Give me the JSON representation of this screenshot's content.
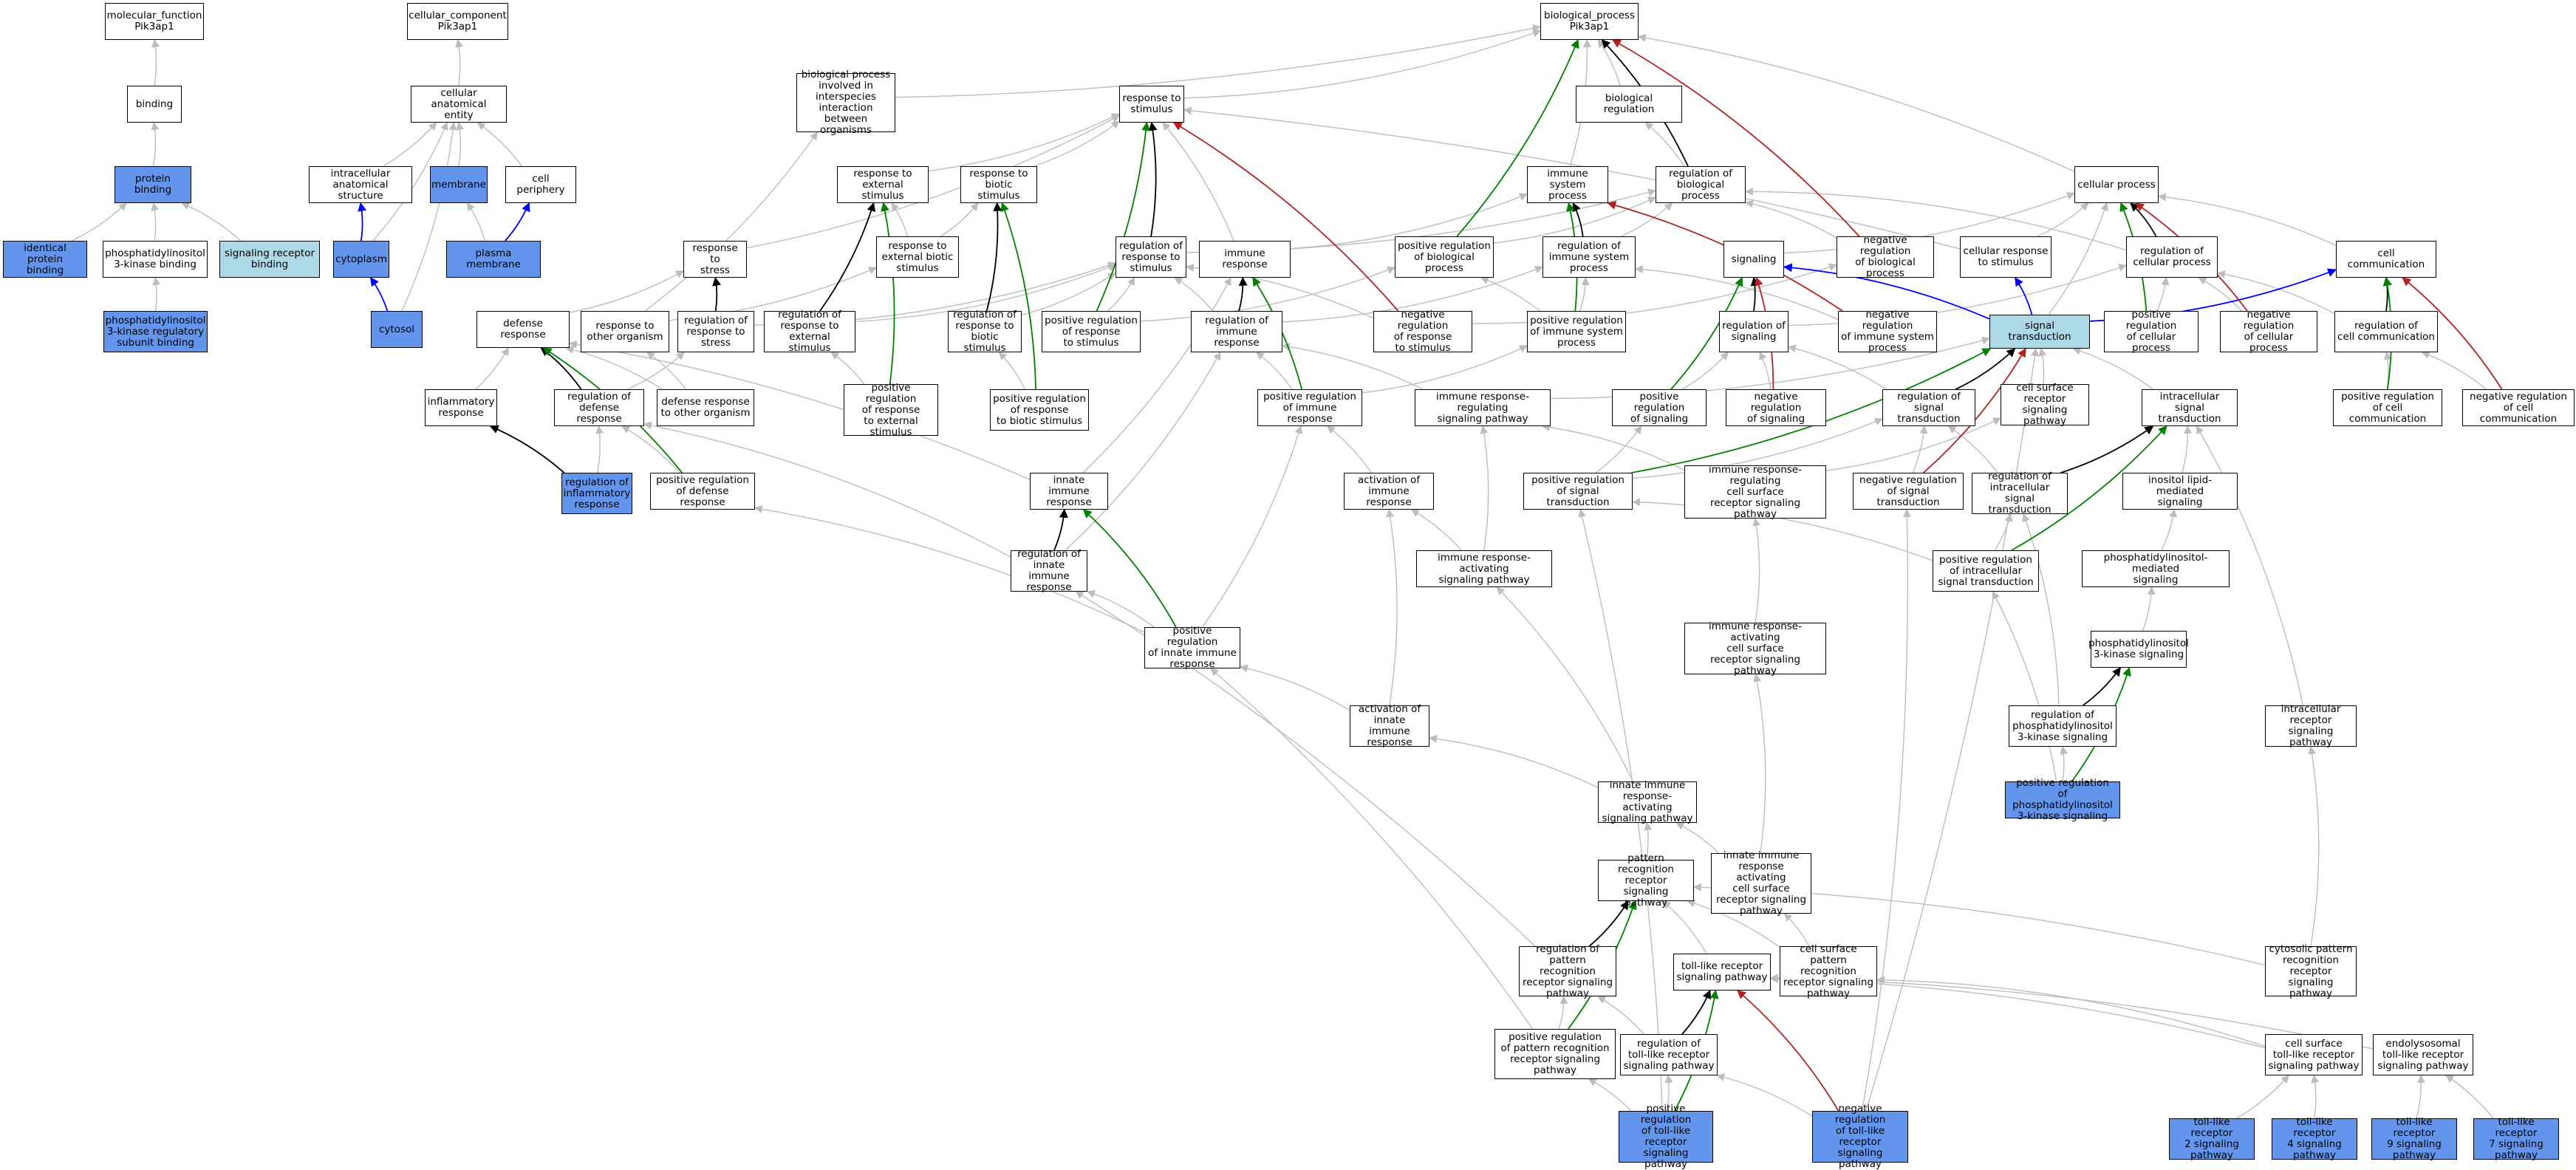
{
  "colors": {
    "background": "#ffffff",
    "node_border": "#000000",
    "gray_edge": "#bdbdbd",
    "annotated_fill": "#6495ed",
    "focus_fill": "#add8e6",
    "is_a_edge": "#000000",
    "part_of_edge": "#0000ff",
    "positively_regulates": "#008000",
    "negatively_regulates": "#b22222"
  },
  "nodes": {
    "mf_root": "molecular_function\nPik3ap1",
    "binding": "binding",
    "protein_binding": "protein binding",
    "identical_protein_binding": "identical protein\nbinding",
    "pi3k_binding": "phosphatidylinositol\n3-kinase binding",
    "signaling_receptor_binding": "signaling receptor\nbinding",
    "pi3k_reg_subunit_binding": "phosphatidylinositol\n3-kinase regulatory\nsubunit binding",
    "cc_root": "cellular_component\nPik3ap1",
    "cellular_anatomical_entity": "cellular anatomical\nentity",
    "intracellular_structure": "intracellular\nanatomical structure",
    "membrane": "membrane",
    "cell_periphery": "cell periphery",
    "cytoplasm": "cytoplasm",
    "plasma_membrane": "plasma membrane",
    "cytosol": "cytosol",
    "bp_root": "biological_process\nPik3ap1",
    "biological_regulation": "biological regulation",
    "bp_interspecies": "biological process\ninvolved in\ninterspecies\ninteraction\nbetween organisms",
    "response_to_stimulus": "response to\nstimulus",
    "immune_system_process": "immune system\nprocess",
    "regulation_of_biological_process": "regulation of\nbiological process",
    "cellular_process": "cellular process",
    "response_to_external_stimulus": "response to\nexternal stimulus",
    "response_to_biotic_stimulus": "response to\nbiotic stimulus",
    "response_to_stress": "response to\nstress",
    "response_to_external_biotic": "response to\nexternal biotic\nstimulus",
    "regulation_of_response_to_stimulus": "regulation of\nresponse to\nstimulus",
    "immune_response": "immune response",
    "positive_regulation_of_biological_process": "positive regulation\nof biological\nprocess",
    "regulation_of_immune_system_process": "regulation of\nimmune system\nprocess",
    "signaling": "signaling",
    "negative_regulation_of_biological_process": "negative regulation\nof biological\nprocess",
    "cellular_response_to_stimulus": "cellular response\nto stimulus",
    "regulation_of_cellular_process": "regulation of\ncellular process",
    "cell_communication": "cell communication",
    "defense_response": "defense response",
    "response_to_other_organism": "response to\nother organism",
    "regulation_of_response_to_stress": "regulation of\nresponse to\nstress",
    "regulation_of_response_to_external_stimulus": "regulation of\nresponse to\nexternal stimulus",
    "regulation_of_response_to_biotic_stimulus": "regulation of\nresponse to\nbiotic stimulus",
    "positive_regulation_of_response_to_stimulus": "positive regulation\nof response\nto stimulus",
    "regulation_of_immune_response": "regulation of\nimmune response",
    "negative_regulation_of_response_to_stimulus": "negative regulation\nof response\nto stimulus",
    "positive_regulation_of_immune_system_process": "positive regulation\nof immune system\nprocess",
    "regulation_of_signaling": "regulation of\nsignaling",
    "negative_regulation_of_immune_system_process": "negative regulation\nof immune system\nprocess",
    "signal_transduction": "signal transduction",
    "positive_regulation_of_cellular_process": "positive regulation\nof cellular\nprocess",
    "negative_regulation_of_cellular_process": "negative regulation\nof cellular\nprocess",
    "regulation_of_cell_communication": "regulation of\ncell communication",
    "inflammatory_response": "inflammatory\nresponse",
    "regulation_of_defense_response": "regulation of\ndefense response",
    "defense_response_to_other_organism": "defense response\nto other organism",
    "positive_regulation_of_response_to_external_stimulus": "positive regulation\nof response\nto external\nstimulus",
    "positive_regulation_of_response_to_biotic_stimulus": "positive regulation\nof response\nto biotic stimulus",
    "positive_regulation_of_immune_response": "positive regulation\nof immune response",
    "immune_response_regulating_signaling_pathway": "immune response-regulating\nsignaling pathway",
    "positive_regulation_of_signaling": "positive regulation\nof signaling",
    "negative_regulation_of_signaling": "negative regulation\nof signaling",
    "regulation_of_signal_transduction": "regulation of\nsignal transduction",
    "cell_surface_receptor_signaling_pathway": "cell surface\nreceptor signaling\npathway",
    "intracellular_signal_transduction": "intracellular\nsignal transduction",
    "positive_regulation_of_cell_communication": "positive regulation\nof cell communication",
    "negative_regulation_of_cell_communication": "negative regulation\nof cell communication",
    "regulation_of_inflammatory_response": "regulation of\ninflammatory\nresponse",
    "positive_regulation_of_defense_response": "positive regulation\nof defense response",
    "innate_immune_response": "innate immune\nresponse",
    "activation_of_immune_response": "activation of\nimmune response",
    "positive_regulation_of_signal_transduction": "positive regulation\nof signal transduction",
    "immune_response_regulating_cell_surface": "immune response-regulating\ncell surface\nreceptor signaling\npathway",
    "negative_regulation_of_signal_transduction": "negative regulation\nof signal transduction",
    "regulation_of_intracellular_signal_transduction": "regulation of\nintracellular\nsignal transduction",
    "inositol_lipid_mediated_signaling": "inositol lipid-mediated\nsignaling",
    "regulation_of_innate_immune_response": "regulation of\ninnate immune\nresponse",
    "immune_response_activating_signaling_pathway": "immune response-activating\nsignaling pathway",
    "positive_regulation_of_intracellular_signal_transduction": "positive regulation\nof intracellular\nsignal transduction",
    "phosphatidylinositol_mediated_signaling": "phosphatidylinositol-mediated\nsignaling",
    "positive_regulation_of_innate_immune_response": "positive regulation\nof innate immune\nresponse",
    "immune_response_activating_cell_surface": "immune response-activating\ncell surface\nreceptor signaling\npathway",
    "pi3k_signaling": "phosphatidylinositol\n3-kinase signaling",
    "activation_of_innate_immune_response": "activation of\ninnate immune\nresponse",
    "regulation_of_pi3k_signaling": "regulation of\nphosphatidylinositol\n3-kinase signaling",
    "intracellular_receptor_signaling_pathway": "intracellular\nreceptor signaling\npathway",
    "innate_immune_response_activating_signaling": "innate immune\nresponse-activating\nsignaling pathway",
    "positive_regulation_of_pi3k_signaling": "positive regulation\nof phosphatidylinositol\n3-kinase signaling",
    "pattern_recognition_receptor_signaling_pathway": "pattern recognition\nreceptor signaling\npathway",
    "innate_immune_response_activating_cell_surface": "innate immune\nresponse activating\ncell surface\nreceptor signaling\npathway",
    "regulation_of_prr_signaling": "regulation of\npattern recognition\nreceptor signaling\npathway",
    "toll_like_receptor_signaling_pathway": "toll-like receptor\nsignaling pathway",
    "cell_surface_prr_signaling": "cell surface\npattern recognition\nreceptor signaling\npathway",
    "cytosolic_prr_signaling": "cytosolic pattern\nrecognition\nreceptor signaling\npathway",
    "positive_regulation_of_prr_signaling": "positive regulation\nof pattern recognition\nreceptor signaling\npathway",
    "regulation_of_tlr_signaling": "regulation of\ntoll-like receptor\nsignaling pathway",
    "cell_surface_tlr_signaling": "cell surface\ntoll-like receptor\nsignaling pathway",
    "endolysosomal_tlr_signaling": "endolysosomal\ntoll-like receptor\nsignaling pathway",
    "positive_regulation_of_tlr_signaling": "positive regulation\nof toll-like\nreceptor signaling\npathway",
    "negative_regulation_of_tlr_signaling": "negative regulation\nof toll-like\nreceptor signaling\npathway",
    "tlr2_signaling": "toll-like receptor\n2 signaling\npathway",
    "tlr4_signaling": "toll-like receptor\n4 signaling\npathway",
    "tlr9_signaling": "toll-like receptor\n9 signaling\npathway",
    "tlr7_signaling": "toll-like receptor\n7 signaling\npathway"
  }
}
